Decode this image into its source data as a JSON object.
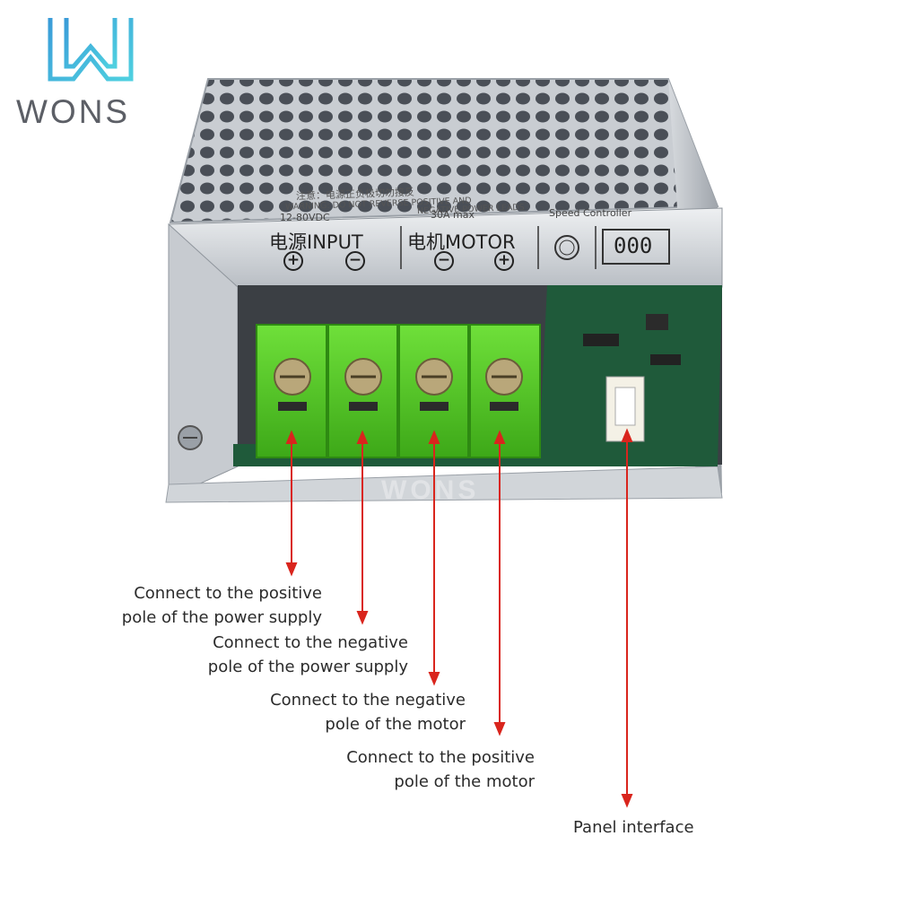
{
  "brand": {
    "name": "WONS",
    "watermark": "WONS"
  },
  "label_strip": {
    "warning_cn": "注意：电源正负极切勿接反",
    "warning_en_line1": "WARNING: DO NOT REVERSE POSITIVE AND",
    "warning_en_line2": "NEGATIVE POWER LEADS",
    "voltage": "12-80VDC",
    "current": "30A max",
    "product": "Speed Controller",
    "input_label": "电源INPUT",
    "motor_label": "电机MOTOR",
    "display_digits": "000",
    "plus_symbol": "+",
    "minus_symbol": "−"
  },
  "callouts": {
    "power_positive": {
      "line1": "Connect to the positive",
      "line2": "pole of the power supply"
    },
    "power_negative": {
      "line1": "Connect to the negative",
      "line2": "pole of the power supply"
    },
    "motor_negative": {
      "line1": "Connect to the negative",
      "line2": "pole of the motor"
    },
    "motor_positive": {
      "line1": "Connect to the positive",
      "line2": "pole of the motor"
    },
    "panel_interface": "Panel interface"
  },
  "colors": {
    "arrow": "#d9251d",
    "terminal_green": "#4fc62a",
    "pcb_green": "#1f5a3a",
    "logo_blue": "#3a9bd8",
    "logo_text": "#5c5f66"
  }
}
